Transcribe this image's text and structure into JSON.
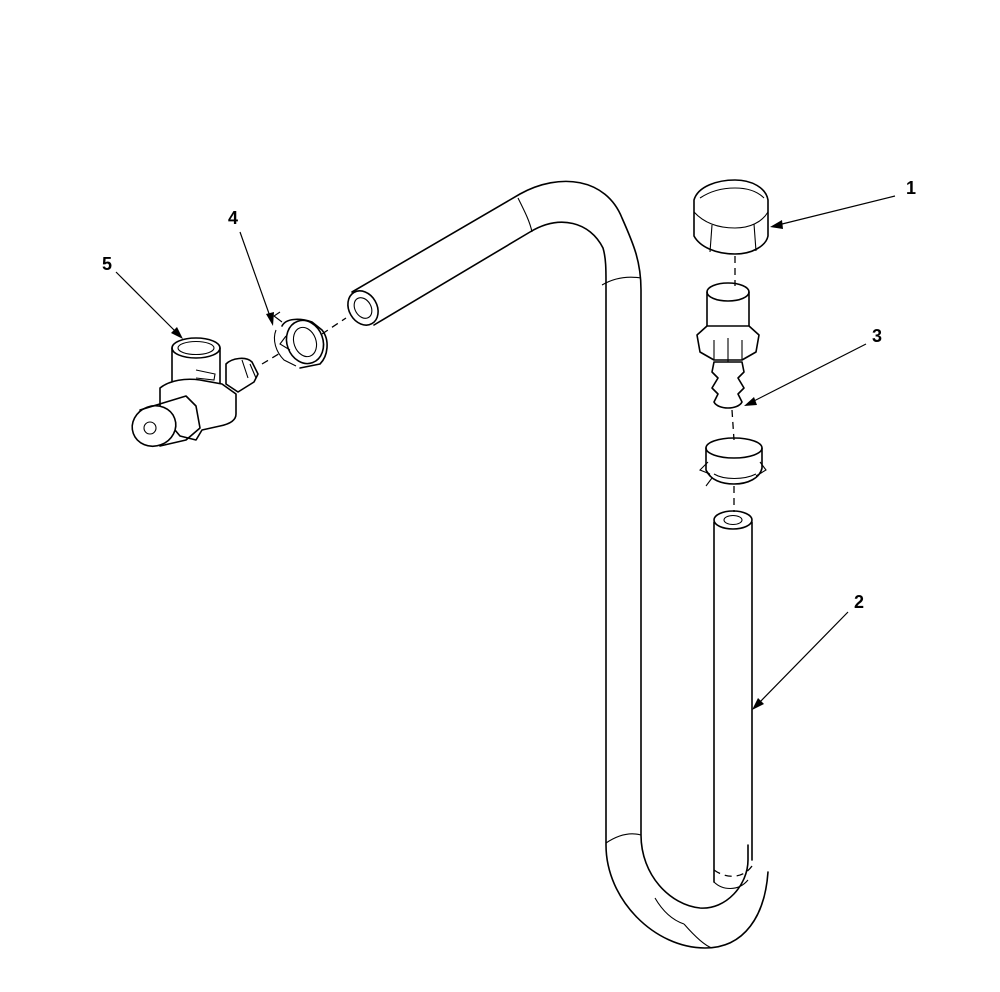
{
  "callouts": [
    {
      "id": "1",
      "label": "1",
      "part": "cap-nut"
    },
    {
      "id": "2",
      "label": "2",
      "part": "hose"
    },
    {
      "id": "3",
      "label": "3",
      "part": "barb-fitting"
    },
    {
      "id": "4",
      "label": "4",
      "part": "hose-clamp"
    },
    {
      "id": "5",
      "label": "5",
      "part": "tee-valve"
    }
  ],
  "colors": {
    "line": "#000000",
    "background": "#ffffff"
  }
}
